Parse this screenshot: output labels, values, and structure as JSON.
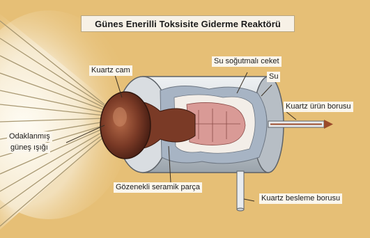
{
  "diagram": {
    "title": "Günes Enerilli Toksisite Giderme Reaktörü",
    "labels": {
      "quartz_glass": "Kuartz cam",
      "water_cooled_jacket": "Su soğutmalı ceket",
      "water": "Su",
      "quartz_product_tube": "Kuartz ürün borusu",
      "focused_sunlight_line1": "Odaklanmış",
      "focused_sunlight_line2": "güneş ışığı",
      "porous_ceramic_part": "Gözenekli seramik parça",
      "quartz_feed_tube": "Kuartz besleme borusu"
    },
    "colors": {
      "background": "#e8c27a",
      "light_rays": "#fdfaf2",
      "ray_lines": "#a89872",
      "jacket": "#c9cfd4",
      "ceramic": "#7a3a26",
      "inner_core": "#d99a96",
      "water": "#a7b4c4"
    }
  }
}
